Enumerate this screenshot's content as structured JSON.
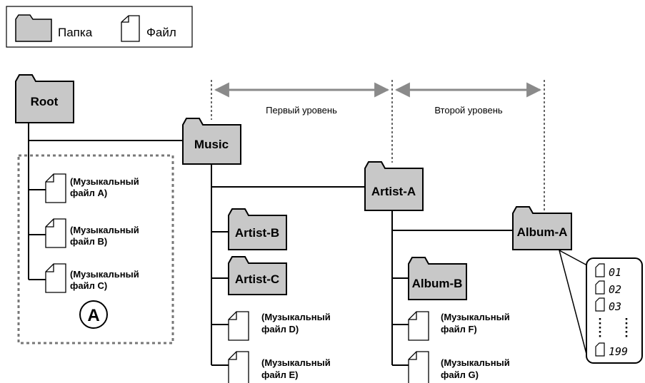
{
  "legend": {
    "folder_label": "Папка",
    "file_label": "Файл"
  },
  "levels": {
    "first": "Первый уровень",
    "second": "Второй уровень"
  },
  "folders": {
    "root": "Root",
    "music": "Music",
    "artist_a": "Artist-A",
    "artist_b": "Artist-B",
    "artist_c": "Artist-C",
    "album_a": "Album-A",
    "album_b": "Album-B"
  },
  "files": {
    "a": {
      "line1": "(Музыкальный",
      "line2": "файл A)"
    },
    "b": {
      "line1": "(Музыкальный",
      "line2": "файл B)"
    },
    "c": {
      "line1": "(Музыкальный",
      "line2": "файл C)"
    },
    "d": {
      "line1": "(Музыкальный",
      "line2": "файл D)"
    },
    "e": {
      "line1": "(Музыкальный",
      "line2": "файл E)"
    },
    "f": {
      "line1": "(Музыкальный",
      "line2": "файл F)"
    },
    "g": {
      "line1": "(Музыкальный",
      "line2": "файл G)"
    }
  },
  "marker": "A",
  "track_numbers": [
    "01",
    "02",
    "03",
    "199"
  ],
  "colors": {
    "folder_fill": "#c8c8c8",
    "arrow": "#8a8a8a",
    "dashed_box": "#777777"
  }
}
